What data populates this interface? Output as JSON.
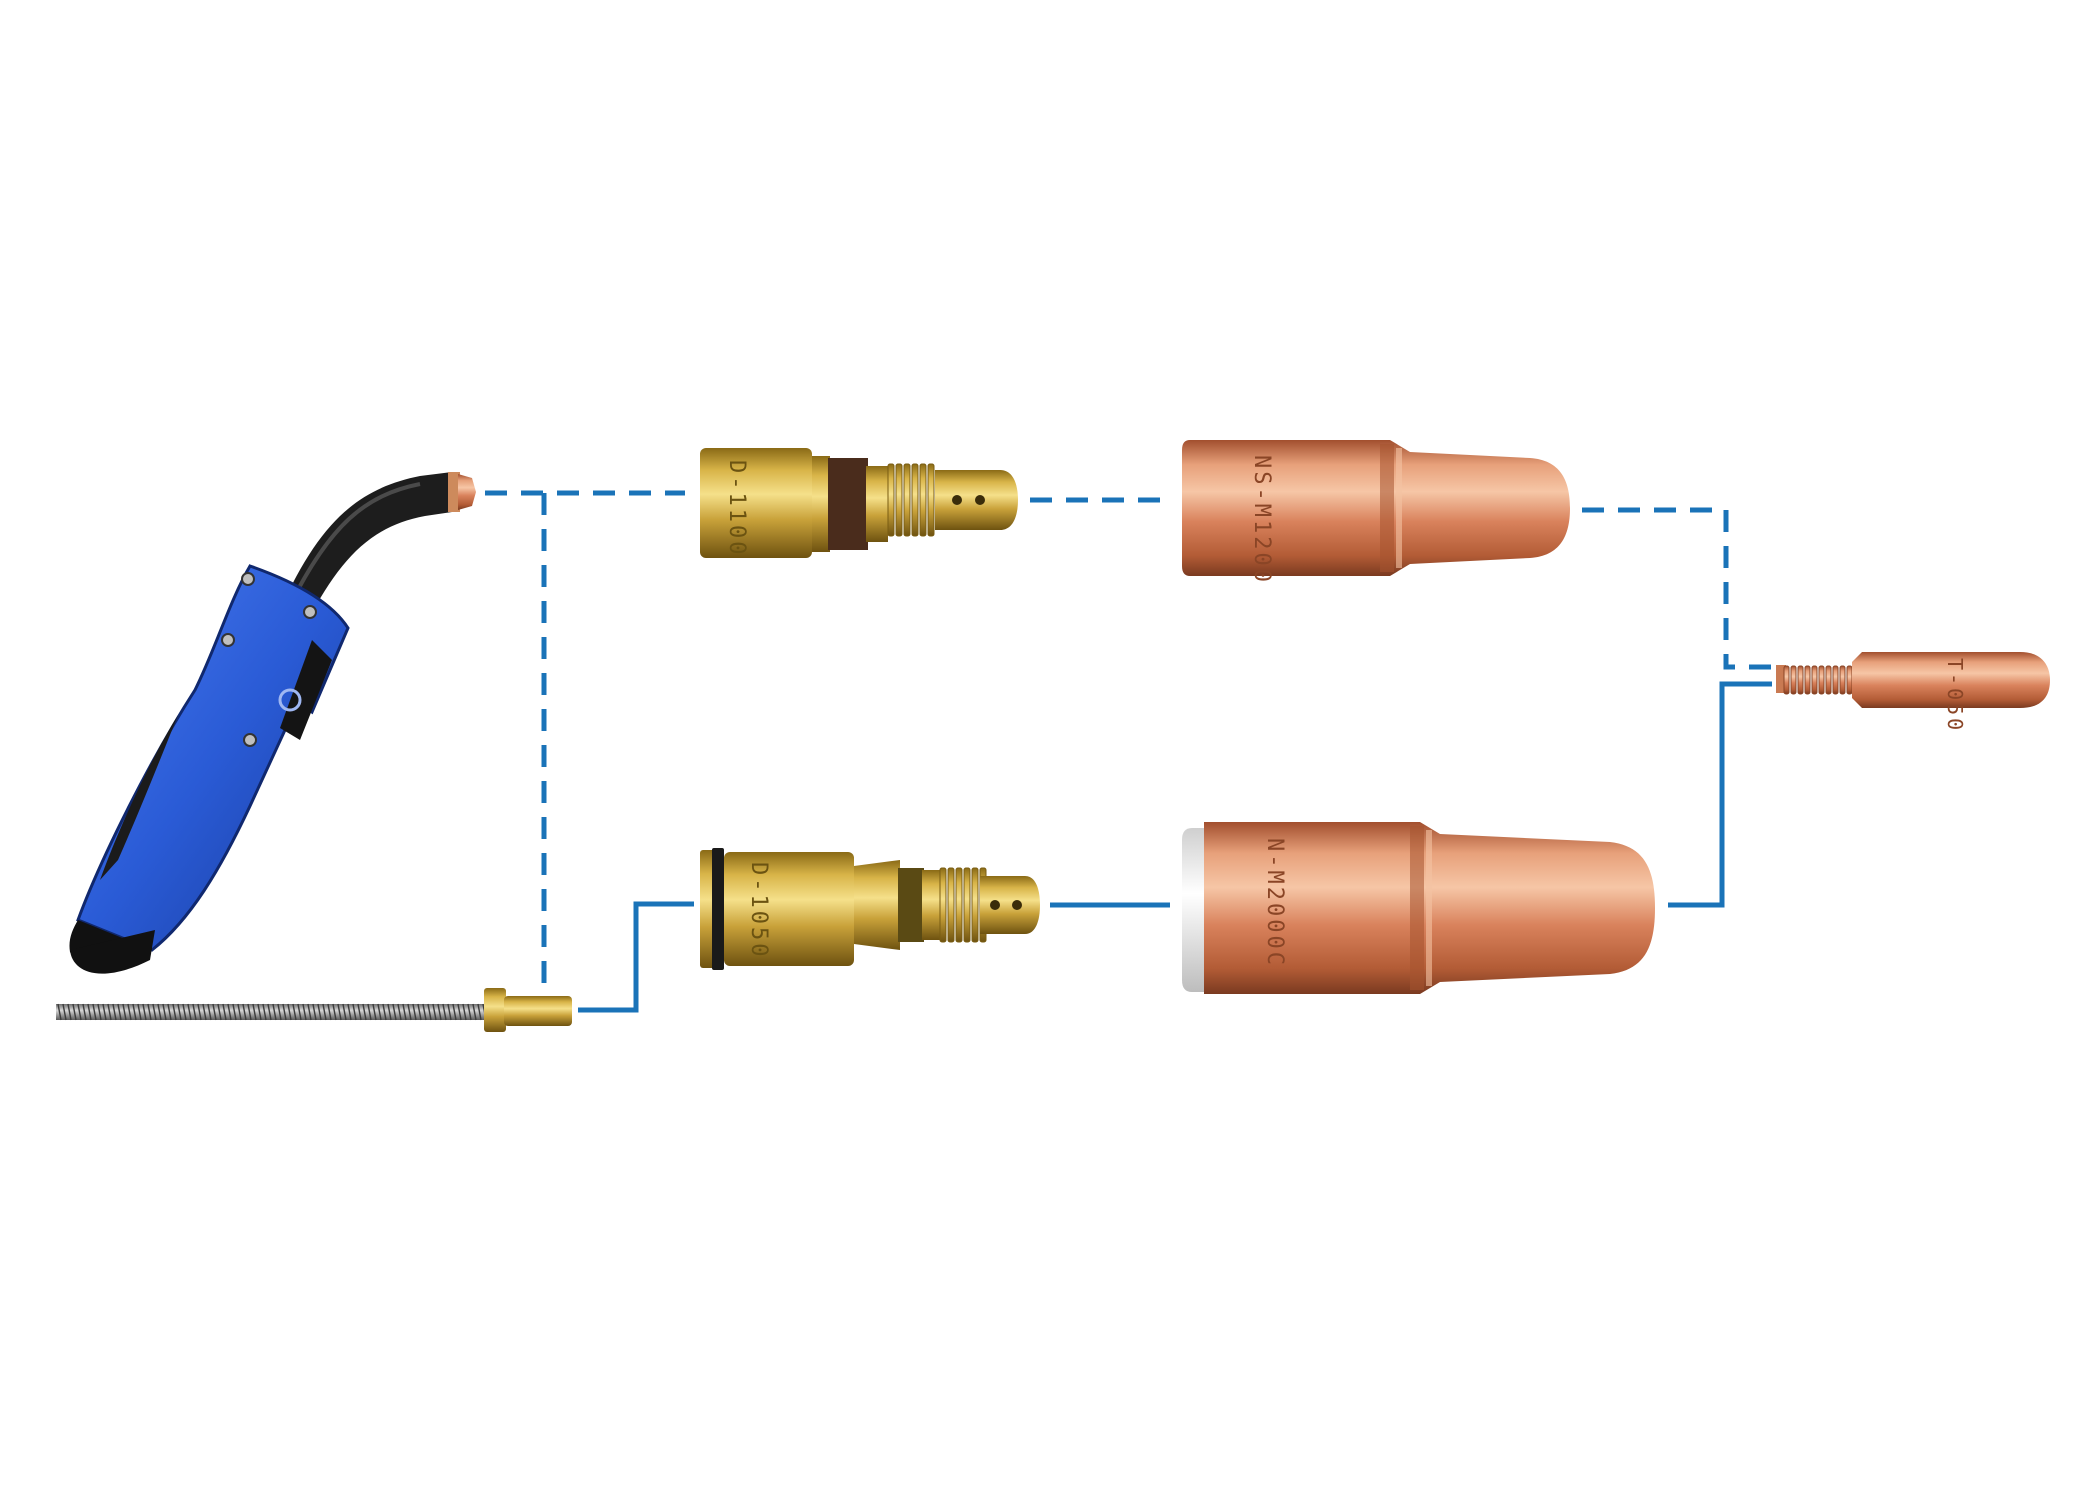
{
  "colors": {
    "connector_line": "#1a73b8",
    "copper": "#d9825c",
    "brass": "#c9a23a",
    "handle_blue": "#2a5bd6",
    "handle_black": "#1b1b1b"
  },
  "components": {
    "gun": {
      "icon": "mig-gun-icon"
    },
    "liner": {
      "icon": "liner-icon"
    },
    "diffuser_top": {
      "icon": "gas-diffuser-icon",
      "marking": "D-1100"
    },
    "diffuser_bottom": {
      "icon": "gas-diffuser-icon",
      "marking": "D-1050"
    },
    "nozzle_top": {
      "icon": "nozzle-icon",
      "marking": "NS-M1200"
    },
    "nozzle_bottom": {
      "icon": "nozzle-icon",
      "marking": "N-M2000C"
    },
    "contact_tip": {
      "icon": "contact-tip-icon",
      "marking": "T-050"
    }
  },
  "links": [
    {
      "from": "gun",
      "to": "diffuser_top",
      "style": "dashed"
    },
    {
      "from": "liner",
      "to": "gun",
      "style": "dashed"
    },
    {
      "from": "diffuser_top",
      "to": "nozzle_top",
      "style": "dashed"
    },
    {
      "from": "nozzle_top",
      "to": "contact_tip",
      "style": "dashed"
    },
    {
      "from": "liner",
      "to": "diffuser_bottom",
      "style": "solid"
    },
    {
      "from": "diffuser_bottom",
      "to": "nozzle_bottom",
      "style": "solid"
    },
    {
      "from": "nozzle_bottom",
      "to": "contact_tip",
      "style": "solid"
    }
  ]
}
